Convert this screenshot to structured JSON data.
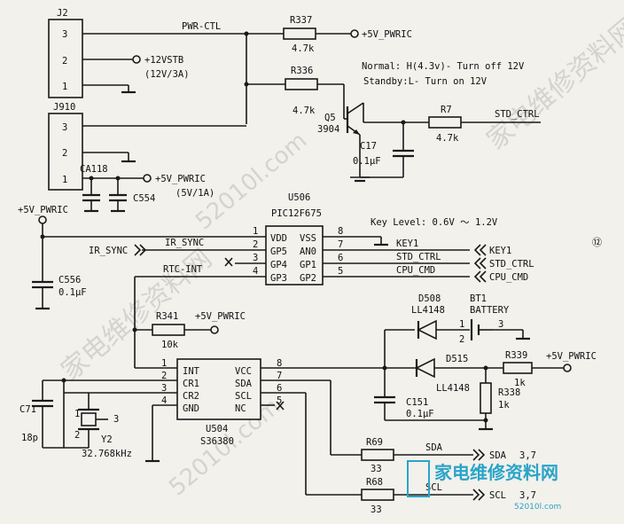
{
  "page_marker": "⑫",
  "notes": {
    "normal": "Normal: H(4.3v)- Turn off 12V",
    "standby": "Standby:L- Turn on 12V",
    "key_level": "Key Level: 0.6V ～ 1.2V"
  },
  "j2": {
    "ref": "J2",
    "pins": [
      "3",
      "2",
      "1"
    ],
    "net_pwr_ctl": "PWR-CTL",
    "supply": "+12VSTB",
    "supply_spec": "(12V/3A)"
  },
  "j910": {
    "ref": "J910",
    "pins": [
      "3",
      "2",
      "1"
    ],
    "supply": "+5V_PWRIC",
    "supply_spec": "(5V/1A)"
  },
  "caps": {
    "ca118": "CA118",
    "c554": "C554",
    "c17": "C17",
    "c17_val": "0.1μF",
    "c556": "C556",
    "c556_val": "0.1μF",
    "c71": "C71",
    "c71_val": "18p",
    "c151": "C151",
    "c151_val": "0.1μF"
  },
  "resistors": {
    "r337": "R337",
    "r337_val": "4.7k",
    "r336": "R336",
    "r336_val": "4.7k",
    "r7": "R7",
    "r7_val": "4.7k",
    "r341": "R341",
    "r341_val": "10k",
    "r339": "R339",
    "r339_val": "1k",
    "r338": "R338",
    "r338_val": "1k",
    "r69": "R69",
    "r69_val": "33",
    "r68": "R68",
    "r68_val": "33"
  },
  "q5": {
    "ref": "Q5",
    "part": "3904"
  },
  "nets": {
    "v5_pwric": "+5V_PWRIC",
    "std_ctrl": "STD_CTRL",
    "ir_sync": "IR_SYNC",
    "rtc_int": "RTC-INT",
    "key1": "KEY1",
    "cpu_cmd": "CPU_CMD",
    "sda": "SDA",
    "scl": "SCL",
    "sda_pins": "3,7",
    "scl_pins": "3,7"
  },
  "u506": {
    "ref": "U506",
    "part": "PIC12F675",
    "left_pins": [
      "1",
      "2",
      "3",
      "4"
    ],
    "left_names": [
      "VDD",
      "GP5",
      "GP4",
      "GP3"
    ],
    "right_pins": [
      "8",
      "7",
      "6",
      "5"
    ],
    "right_names": [
      "VSS",
      "AN0",
      "GP1",
      "GP2"
    ]
  },
  "u504": {
    "ref": "U504",
    "part": "S36380",
    "left_pins": [
      "1",
      "2",
      "3",
      "4"
    ],
    "left_names": [
      "INT",
      "CR1",
      "CR2",
      "GND"
    ],
    "right_pins": [
      "8",
      "7",
      "6",
      "5"
    ],
    "right_names": [
      "VCC",
      "SDA",
      "SCL",
      "NC"
    ]
  },
  "diodes": {
    "d508": "D508",
    "d508_part": "LL4148",
    "d515": "D515",
    "d515_part": "LL4148"
  },
  "battery": {
    "ref": "BT1",
    "name": "BATTERY",
    "pins": [
      "1",
      "2",
      "3"
    ]
  },
  "crystal": {
    "ref": "Y2",
    "freq": "32.768kHz",
    "pins": [
      "1",
      "2",
      "3"
    ]
  },
  "watermark": {
    "cn": "家电维修资料网",
    "url": "52010l.com"
  }
}
